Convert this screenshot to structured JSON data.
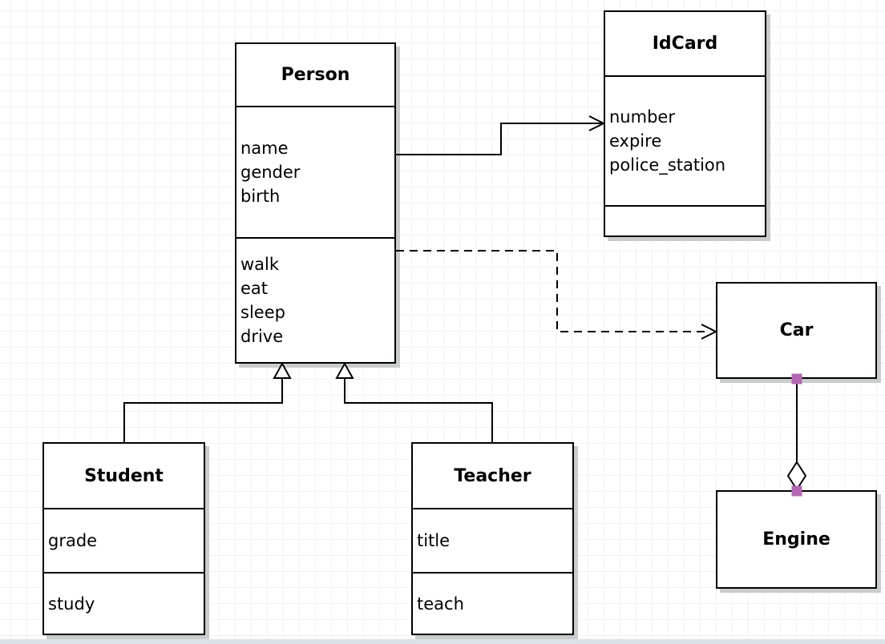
{
  "classes": {
    "person": {
      "name": "Person",
      "attributes": [
        "name",
        "gender",
        "birth"
      ],
      "methods": [
        "walk",
        "eat",
        "sleep",
        "drive"
      ]
    },
    "idcard": {
      "name": "IdCard",
      "attributes": [
        "number",
        "expire",
        "police_station"
      ],
      "methods": []
    },
    "car": {
      "name": "Car",
      "attributes": [],
      "methods": []
    },
    "engine": {
      "name": "Engine",
      "attributes": [],
      "methods": []
    },
    "student": {
      "name": "Student",
      "attributes": [
        "grade"
      ],
      "methods": [
        "study"
      ]
    },
    "teacher": {
      "name": "Teacher",
      "attributes": [
        "title"
      ],
      "methods": [
        "teach"
      ]
    }
  },
  "relations": [
    {
      "from": "Person",
      "to": "IdCard",
      "type": "association",
      "line": "solid",
      "head": "open-arrow"
    },
    {
      "from": "Person",
      "to": "Car",
      "type": "dependency",
      "line": "dashed",
      "head": "open-arrow"
    },
    {
      "from": "Student",
      "to": "Person",
      "type": "generalization",
      "line": "solid",
      "head": "hollow-triangle"
    },
    {
      "from": "Teacher",
      "to": "Person",
      "type": "generalization",
      "line": "solid",
      "head": "hollow-triangle"
    },
    {
      "from": "Car",
      "to": "Engine",
      "type": "aggregation",
      "line": "solid",
      "head": "hollow-diamond"
    }
  ],
  "colors": {
    "box_fill": "#ffffff",
    "box_border": "#000000",
    "edge": "#000000",
    "shadow": "#c9cccc",
    "grid_line": "#f2f2f5",
    "endpoint_marker": "#b565b1",
    "bottom_strip": "#dde2e9"
  }
}
